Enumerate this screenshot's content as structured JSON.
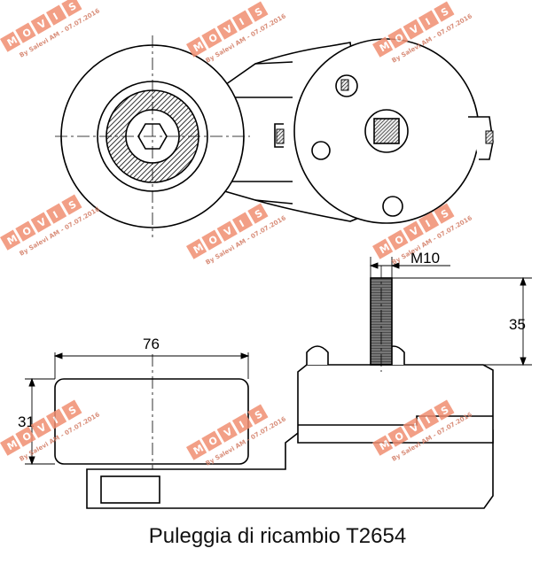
{
  "labels": {
    "width_dim": "76",
    "height_dim": "31",
    "thread": "M10",
    "stud_length": "35"
  },
  "caption": "Puleggia di ricambio T2654",
  "watermark": {
    "brand": [
      "M",
      "O",
      "V",
      "I",
      "S"
    ],
    "byline": "By Salevi AM - 07.07.2016",
    "color": "#f08f72"
  }
}
